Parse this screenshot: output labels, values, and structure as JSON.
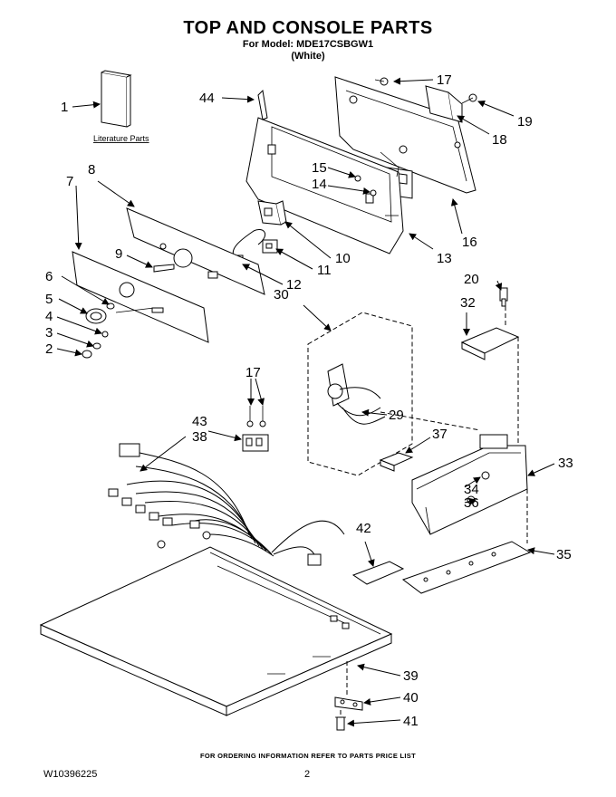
{
  "header": {
    "title": "TOP AND CONSOLE PARTS",
    "model_line": "For Model: MDE17CSBGW1",
    "color_line": "(White)"
  },
  "labels": {
    "literature": "Literature Parts",
    "callouts": [
      "1",
      "2",
      "3",
      "4",
      "5",
      "6",
      "7",
      "8",
      "9",
      "10",
      "11",
      "12",
      "13",
      "14",
      "15",
      "16",
      "17",
      "17",
      "18",
      "19",
      "20",
      "29",
      "30",
      "32",
      "33",
      "34",
      "35",
      "36",
      "37",
      "38",
      "39",
      "40",
      "41",
      "42",
      "43",
      "44"
    ]
  },
  "footer": {
    "ordering_note": "FOR ORDERING INFORMATION REFER TO PARTS PRICE LIST",
    "doc_number": "W10396225",
    "page_number": "2"
  }
}
